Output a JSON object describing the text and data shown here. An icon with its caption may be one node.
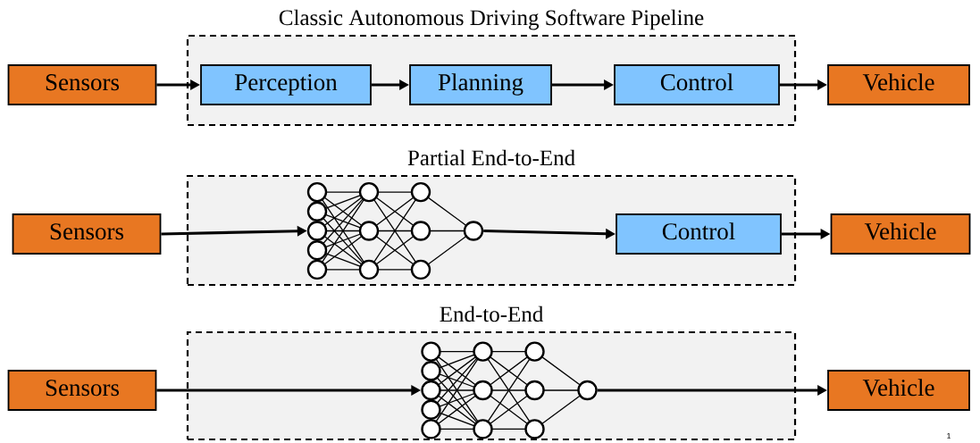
{
  "diagram": {
    "nodes": [
      {
        "text": [
          "Classic Autonomous Driving Software Pipeline"
        ]
      },
      {
        "text": [
          "Sensors"
        ]
      },
      {
        "text": [
          "Perception"
        ],
        "in": 0
      },
      {
        "text": [
          "Planning"
        ],
        "in": 0
      },
      {
        "text": [
          "Control"
        ],
        "in": 0
      },
      {
        "text": [
          "Vehicle"
        ]
      },
      {
        "text": [
          "Partial End-to-End"
        ]
      },
      {
        "text": [
          "Sensors"
        ]
      },
      {
        "text": [],
        "shape": "picture",
        "in": 6
      },
      {
        "text": [
          "Control"
        ],
        "in": 6
      },
      {
        "text": [
          "Vehicle"
        ]
      },
      {
        "text": [
          "End-to-End"
        ]
      },
      {
        "text": [
          "Sensors"
        ]
      },
      {
        "text": [],
        "shape": "picture",
        "in": 11
      },
      {
        "text": [
          "Vehicle"
        ]
      }
    ],
    "edges": [
      {
        "from": 1,
        "to": 2,
        "arrow": "to"
      },
      {
        "from": 2,
        "to": 3,
        "arrow": "to"
      },
      {
        "from": 3,
        "to": 4,
        "arrow": "to"
      },
      {
        "from": 4,
        "to": 5,
        "arrow": "to"
      },
      {
        "from": 7,
        "to": 8,
        "arrow": "to"
      },
      {
        "from": 8,
        "to": 9,
        "arrow": "to"
      },
      {
        "from": 9,
        "to": 10,
        "arrow": "to"
      },
      {
        "from": 12,
        "to": 13,
        "arrow": "to"
      },
      {
        "from": 13,
        "to": 14,
        "arrow": "to"
      }
    ],
    "labels": [
      "1"
    ]
  }
}
